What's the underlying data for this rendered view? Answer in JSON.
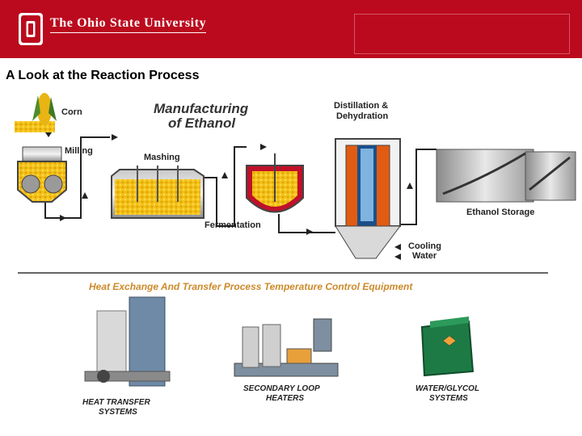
{
  "header": {
    "university_name": "The Ohio State University",
    "logo_letter": "O",
    "brand_color": "#bb0a1e"
  },
  "slide": {
    "title": "A Look at the Reaction Process"
  },
  "diagram": {
    "title_line1": "Manufacturing",
    "title_line2": "of Ethanol",
    "stages": {
      "corn": "Corn",
      "milling": "Milling",
      "mashing": "Mashing",
      "fermentation": "Fermentation",
      "distillation_line1": "Distillation &",
      "distillation_line2": "Dehydration",
      "storage": "Ethanol Storage",
      "cooling_line1": "Cooling",
      "cooling_line2": "Water"
    }
  },
  "equipment": {
    "section_title": "Heat Exchange And Transfer Process Temperature Control Equipment",
    "items": [
      {
        "line1": "HEAT TRANSFER",
        "line2": "SYSTEMS"
      },
      {
        "line1": "SECONDARY LOOP",
        "line2": "HEATERS"
      },
      {
        "line1": "WATER/GLYCOL",
        "line2": "SYSTEMS"
      }
    ]
  }
}
